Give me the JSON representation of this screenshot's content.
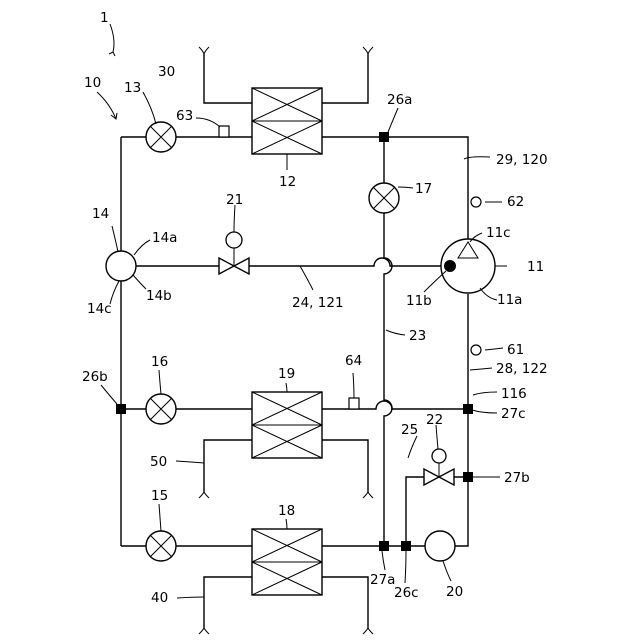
{
  "labels": {
    "system": "1",
    "circuit": "10",
    "compressor": "11",
    "port_a": "11a",
    "port_b": "11b",
    "port_c": "11c",
    "hx_top": "12",
    "valve_13": "13",
    "valve4way": "14",
    "valve4way_a": "14a",
    "valve4way_b": "14b",
    "valve4way_c": "14c",
    "valve_15": "15",
    "valve_16": "16",
    "valve_17": "17",
    "hx_bottom": "18",
    "hx_middle": "19",
    "pump_20": "20",
    "valve_21": "21",
    "valve_22": "22",
    "pipe_23": "23",
    "pipe_24": "24, 121",
    "pipe_25": "25",
    "joint_26a": "26a",
    "joint_26b": "26b",
    "joint_26c": "26c",
    "joint_27a": "27a",
    "joint_27b": "27b",
    "joint_27c": "27c",
    "pipe_28": "28, 122",
    "pipe_29": "29, 120",
    "circuit_30": "30",
    "circuit_40": "40",
    "circuit_50": "50",
    "sensor_61": "61",
    "sensor_62": "62",
    "sensor_63": "63",
    "sensor_64": "64",
    "node_116": "116"
  }
}
